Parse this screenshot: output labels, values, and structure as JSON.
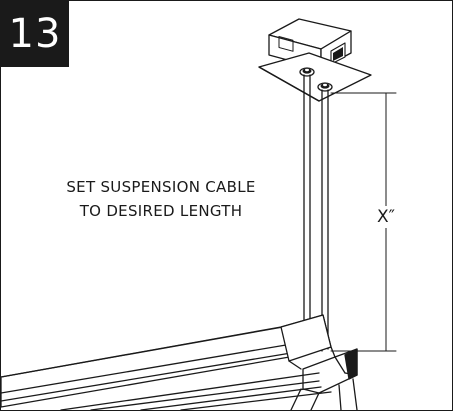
{
  "step": {
    "number": "13"
  },
  "instruction": {
    "line1": "SET SUSPENSION CABLE",
    "line2": "TO DESIRED LENGTH"
  },
  "dimension": {
    "label": "X″"
  },
  "colors": {
    "ink": "#1a1a1a",
    "background": "#ffffff"
  }
}
